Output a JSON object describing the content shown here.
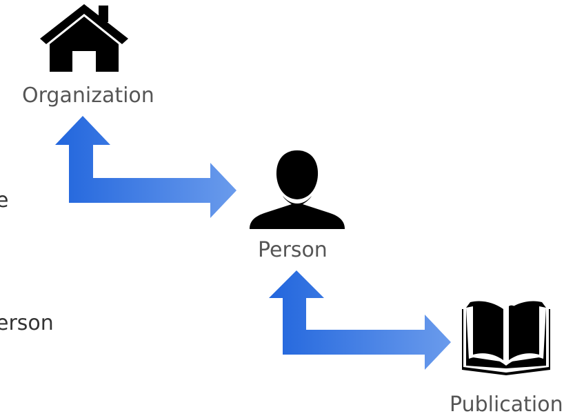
{
  "nodes": {
    "organization": {
      "label": "Organization",
      "icon": "house-icon"
    },
    "person": {
      "label": "Person",
      "icon": "person-silhouette-icon"
    },
    "publication": {
      "label": "Publication",
      "icon": "open-book-icon"
    }
  },
  "clipped_text": {
    "line1": "e",
    "line2": "erson"
  },
  "colors": {
    "arrow_dark": "#2266dd",
    "arrow_light": "#6a9bec",
    "icon": "#000000",
    "label": "#555555"
  }
}
